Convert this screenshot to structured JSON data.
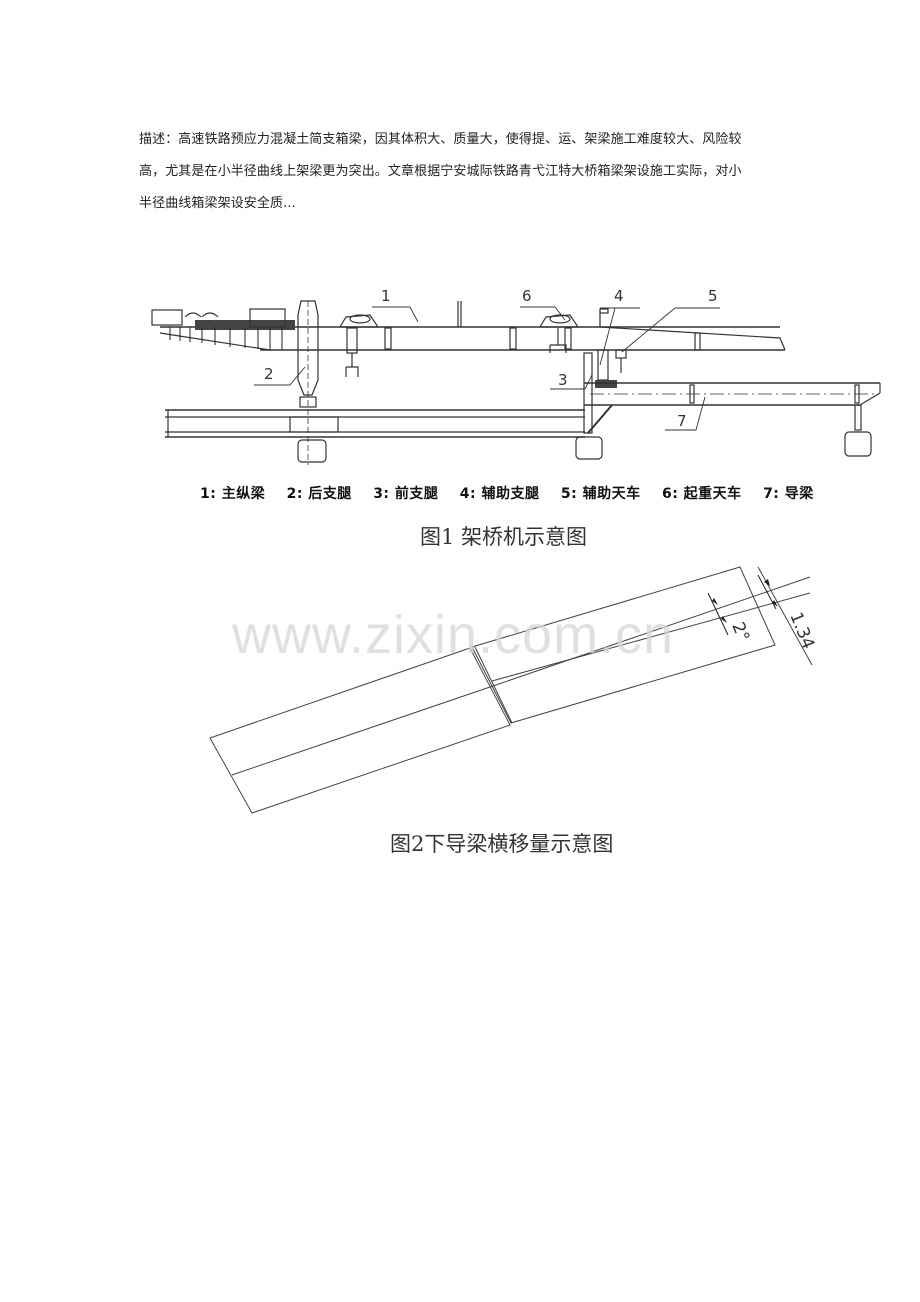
{
  "description": {
    "lines": [
      "描述：高速铁路预应力混凝土简支箱梁，因其体积大、质量大，使得提、运、架梁施工难度较大、风险较",
      "高，尤其是在小半径曲线上架梁更为突出。文章根据宁安城际铁路青弋江特大桥箱梁架设施工实际，对小",
      "半径曲线箱梁架设安全质..."
    ]
  },
  "figure1": {
    "callouts": [
      "1",
      "2",
      "3",
      "4",
      "5",
      "6",
      "7"
    ],
    "legend": [
      "1: 主纵梁",
      "2: 后支腿",
      "3: 前支腿",
      "4: 辅助支腿",
      "5: 辅助天车",
      "6: 起重天车",
      "7: 导梁"
    ],
    "caption": "图1  架桥机示意图"
  },
  "figure2": {
    "dimension_angle": "2°",
    "dimension_offset": "1.34",
    "caption": "图2下导梁横移量示意图"
  },
  "watermark": "www.zixin.com.cn"
}
